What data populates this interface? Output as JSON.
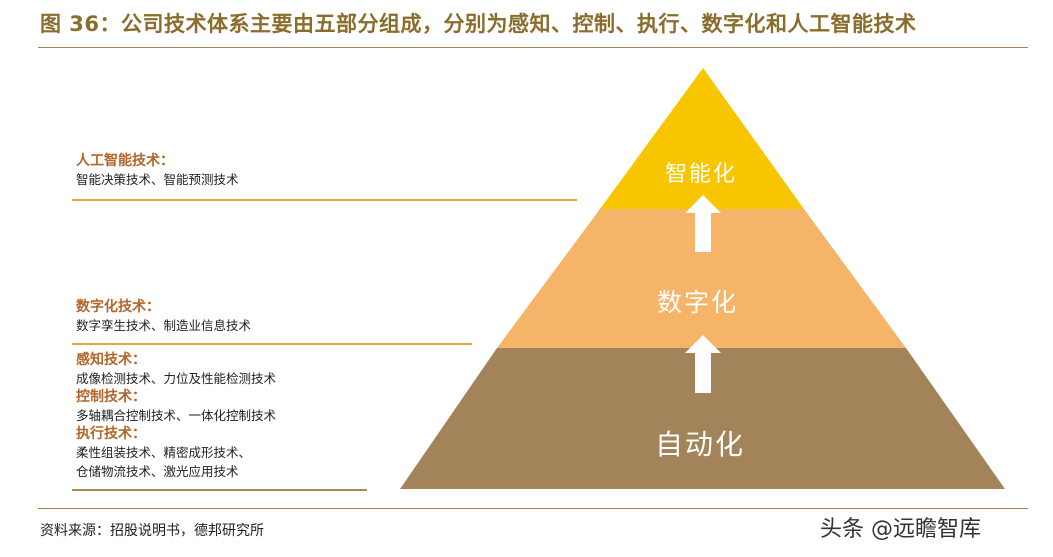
{
  "title": "图 36：公司技术体系主要由五部分组成，分别为感知、控制、执行、数字化和人工智能技术",
  "pyramid": {
    "top": {
      "label": "智能化",
      "color": "#f7c600"
    },
    "middle": {
      "label": "数字化",
      "color": "#f5b468"
    },
    "bottom": {
      "label": "自动化",
      "color": "#a3845a"
    }
  },
  "groups": {
    "ai": {
      "heading": "人工智能技术：",
      "desc": "智能决策技术、智能预测技术"
    },
    "digital": {
      "heading": "数字化技术：",
      "desc": "数字孪生技术、制造业信息技术"
    },
    "sensing": {
      "heading": "感知技术：",
      "desc": "成像检测技术、力位及性能检测技术"
    },
    "control": {
      "heading": "控制技术：",
      "desc": "多轴耦合控制技术、一体化控制技术"
    },
    "execution": {
      "heading": "执行技术：",
      "desc1": "柔性组装技术、精密成形技术、",
      "desc2": "仓储物流技术、激光应用技术"
    }
  },
  "source": "资料来源：招股说明书，德邦研究所",
  "watermark": "头条 @远瞻智库",
  "colors": {
    "title": "#8a6d2c",
    "heading": "#b3662a",
    "rule": "#a08552"
  }
}
